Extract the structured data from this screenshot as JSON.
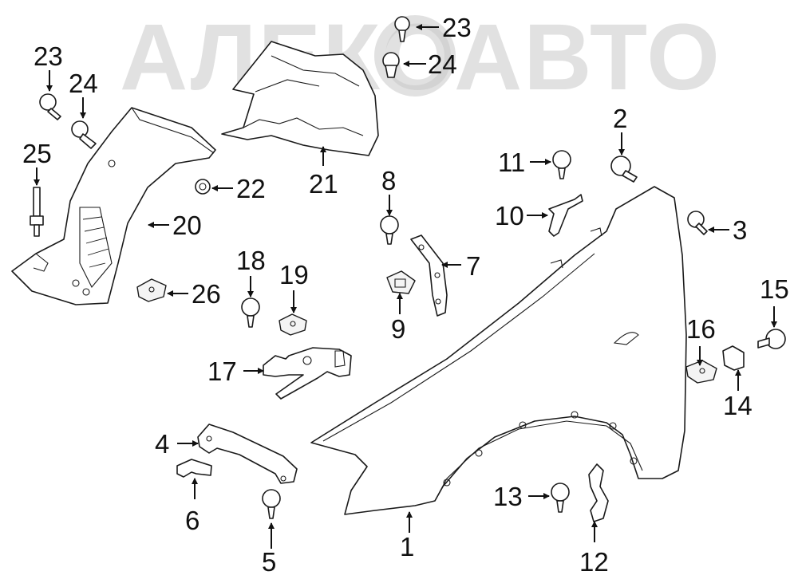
{
  "watermark": {
    "text": "АЛЕКОАВТО"
  },
  "callouts": [
    "1",
    "2",
    "3",
    "4",
    "5",
    "6",
    "7",
    "8",
    "9",
    "10",
    "11",
    "12",
    "13",
    "14",
    "15",
    "16",
    "17",
    "18",
    "19",
    "20",
    "21",
    "22",
    "23",
    "24",
    "25",
    "26",
    "23",
    "24"
  ],
  "colors": {
    "line": "#1a1a1a",
    "watermark": "#c9c9c9",
    "background": "#ffffff"
  }
}
